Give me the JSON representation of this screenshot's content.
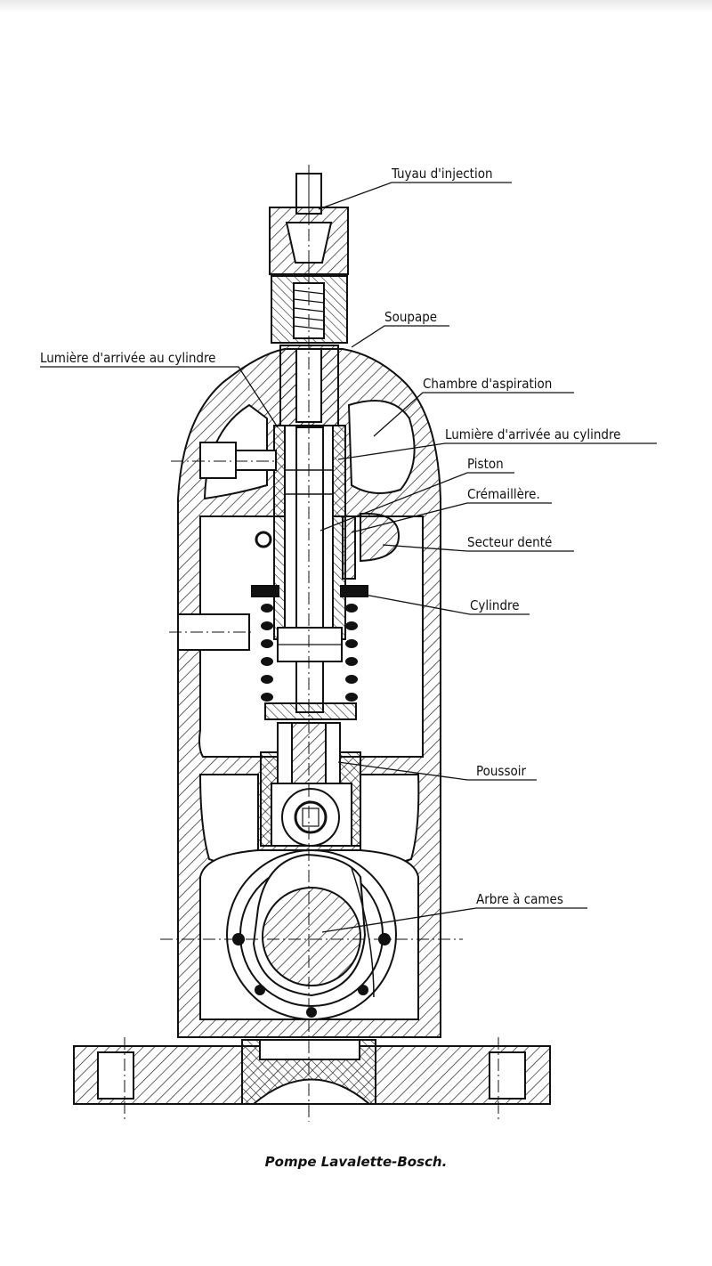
{
  "diagram": {
    "labels": {
      "tuyau": "Tuyau d'injection",
      "soupape": "Soupape",
      "lumiere_left": "Lumière d'arrivée au cylindre",
      "chambre": "Chambre d'aspiration",
      "lumiere_right": "Lumière d'arrivée au cylindre",
      "piston": "Piston",
      "cremaillere": "Crémaillère.",
      "secteur": "Secteur denté",
      "cylindre": "Cylindre",
      "poussoir": "Poussoir",
      "arbre": "Arbre à cames"
    },
    "caption": "Pompe Lavalette-Bosch."
  },
  "colors": {
    "ink": "#111111",
    "paper": "#ffffff"
  }
}
